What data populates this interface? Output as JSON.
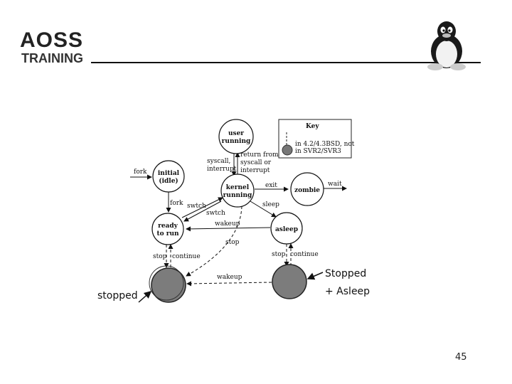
{
  "header": {
    "logo_main": "AOSS",
    "logo_sub": "TRAINING"
  },
  "diagram": {
    "states": {
      "user_running": [
        "user",
        "running"
      ],
      "initial": [
        "initial",
        "(idle)"
      ],
      "kernel_running": [
        "kernel",
        "running"
      ],
      "zombie": "zombie",
      "ready_to_run": [
        "ready",
        "to run"
      ],
      "asleep": "asleep"
    },
    "transitions": {
      "fork_in": "fork",
      "fork": "fork",
      "syscall_interrupt": [
        "syscall,",
        "interrupt"
      ],
      "return_from": [
        "return from",
        "syscall or",
        "interrupt"
      ],
      "exit": "exit",
      "wait": "wait",
      "swtch_1": "swtch",
      "swtch_2": "swtch",
      "sleep": "sleep",
      "wakeup": "wakeup",
      "stop_1": "stop",
      "stop_2": "stop",
      "continue_1": "continue",
      "stop_3": "stop",
      "continue_2": "continue",
      "wakeup_2": "wakeup"
    },
    "key": {
      "title": "Key",
      "text": [
        "in 4.2/4.3BSD, not",
        "in SVR2/SVR3"
      ]
    }
  },
  "annotations": {
    "stopped_left": "stopped",
    "stopped_right_1": "Stopped",
    "stopped_right_2": "+ Asleep"
  },
  "page_number": "45"
}
